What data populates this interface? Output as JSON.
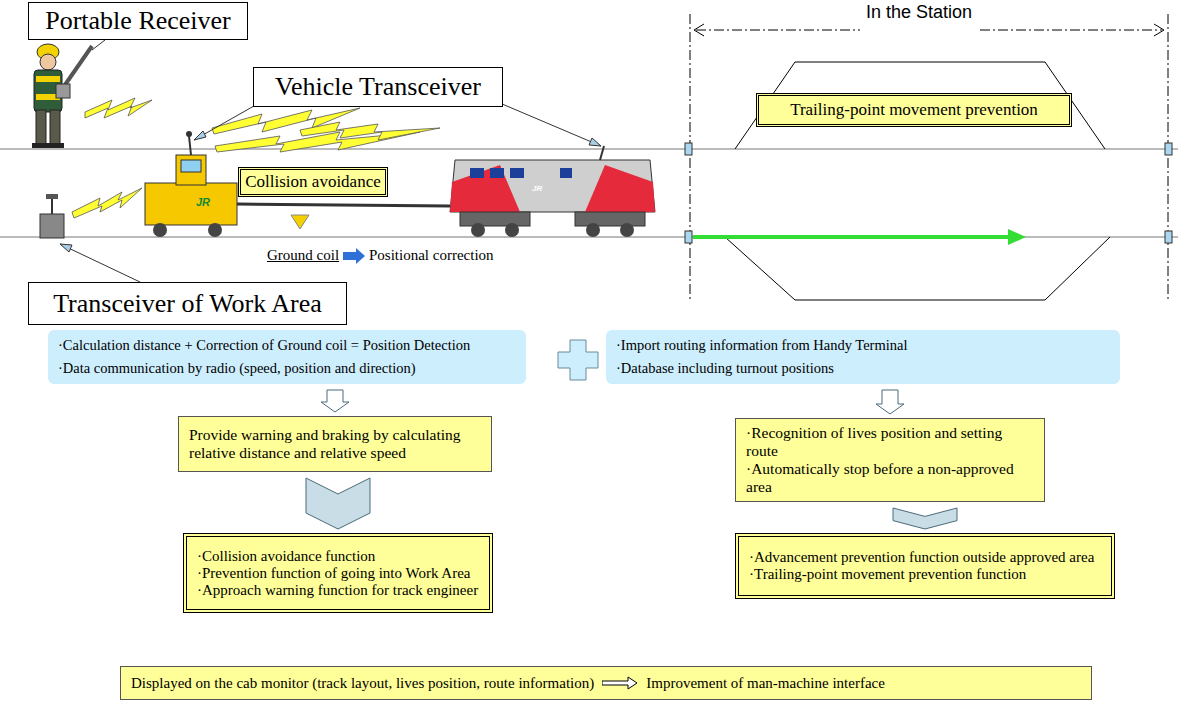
{
  "diagram": {
    "nodes": [
      {
        "text": [
          "Portable Receiver"
        ]
      },
      {
        "text": [
          "Vehicle Transceiver"
        ]
      },
      {
        "text": [
          "Collision avoidance"
        ]
      },
      {
        "text": [
          "Trailing-point movement prevention"
        ]
      },
      {
        "text": [
          "Transceiver of Work Area"
        ]
      },
      {
        "text": [
          "·Calculation distance + Correction of Ground coil = Position Detection",
          "·Data communication by radio (speed, position and direction)"
        ]
      },
      {
        "text": [
          "·Import routing information from Handy Terminal",
          "·Database including turnout positions"
        ]
      },
      {
        "text": [
          "Provide warning and braking by calculating relative distance and relative speed"
        ]
      },
      {
        "text": [
          "·Recognition of lives position and setting route",
          "·Automatically stop before a non-approved area"
        ]
      },
      {
        "text": [
          "·Collision avoidance function",
          "·Prevention function of going into Work Area",
          "·Approach warning function for track engineer"
        ]
      },
      {
        "text": [
          "·Advancement prevention function outside approved area",
          "·Trailing-point movement prevention function"
        ]
      },
      {
        "text": [
          "Displayed on the cab monitor (track layout, lives position, route information)",
          "Improvement of man-machine interface"
        ]
      }
    ],
    "edges": [
      {
        "from": 5,
        "to": 7,
        "arrow": "to"
      },
      {
        "from": 6,
        "to": 8,
        "arrow": "to"
      },
      {
        "from": 7,
        "to": 9,
        "arrow": "to"
      },
      {
        "from": 8,
        "to": 10,
        "arrow": "to"
      }
    ],
    "labels": [
      "In the Station",
      "Ground coil",
      "Positional correction",
      "JR",
      "JR"
    ]
  }
}
